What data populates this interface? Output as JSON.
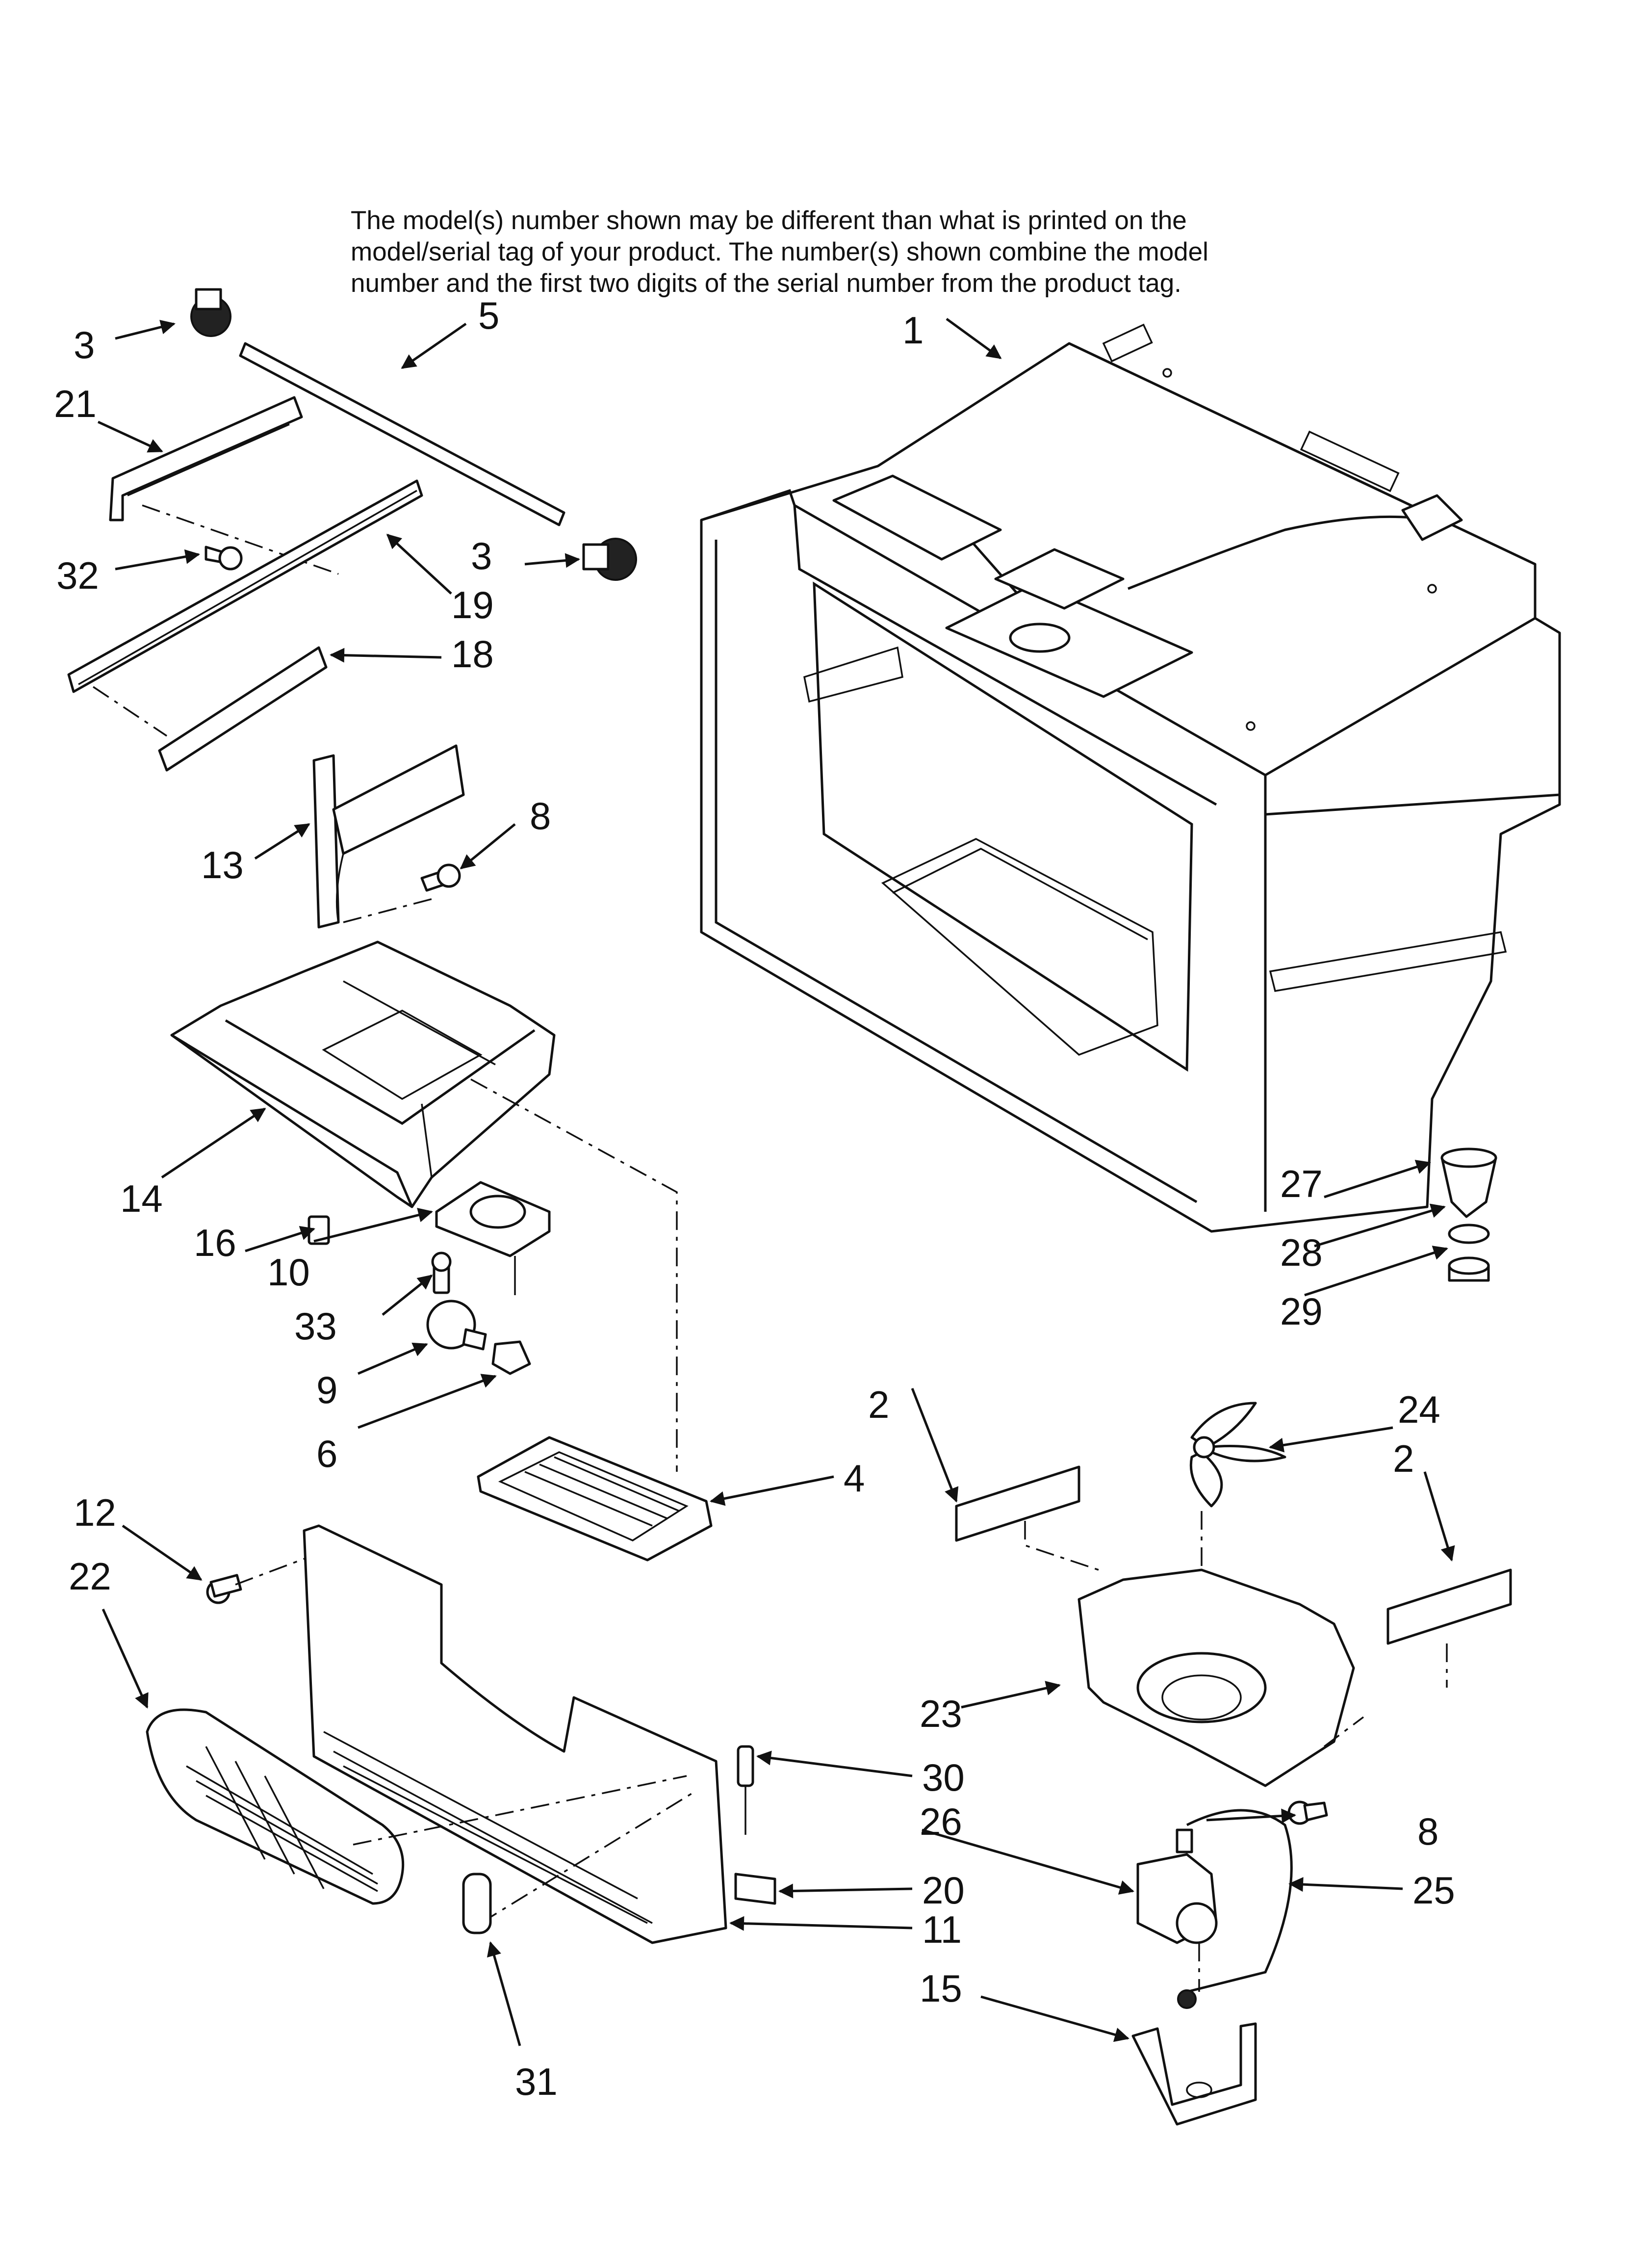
{
  "note": {
    "line1": "The model(s) number shown may be different than what is printed on the",
    "line2": "model/serial tag of your product. The number(s) shown combine the model",
    "line3": "number and the first two digits of the serial number from the product tag."
  },
  "callouts": [
    "1",
    "2",
    "2",
    "3",
    "3",
    "4",
    "5",
    "6",
    "8",
    "8",
    "9",
    "10",
    "11",
    "12",
    "13",
    "14",
    "15",
    "16",
    "18",
    "19",
    "20",
    "21",
    "22",
    "23",
    "24",
    "25",
    "26",
    "27",
    "28",
    "29",
    "30",
    "31",
    "32",
    "33"
  ]
}
